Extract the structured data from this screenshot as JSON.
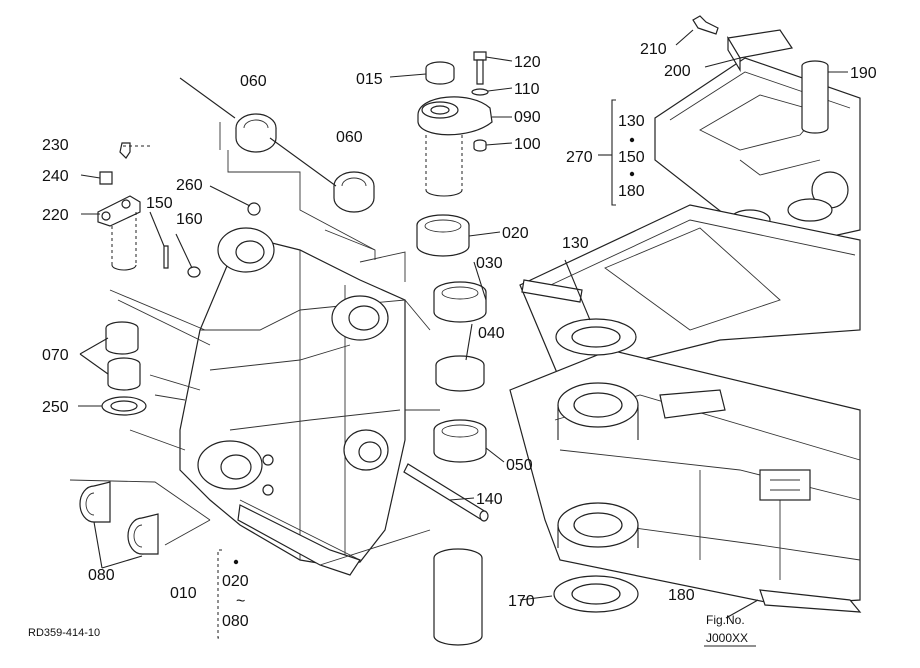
{
  "diagram": {
    "labels": {
      "p010": "010",
      "p015": "015",
      "p020": "020",
      "p030": "030",
      "p040": "040",
      "p050": "050",
      "p060a": "060",
      "p060b": "060",
      "p070": "070",
      "p080": "080",
      "p090": "090",
      "p100": "100",
      "p110": "110",
      "p120": "120",
      "p130": "130",
      "p140": "140",
      "p150": "150",
      "p160": "160",
      "p170": "170",
      "p180": "180",
      "p190": "190",
      "p200": "200",
      "p210": "210",
      "p220": "220",
      "p230": "230",
      "p240": "240",
      "p250": "250",
      "p260": "260",
      "p270": "270"
    },
    "group270": {
      "first": "130",
      "second": "150",
      "third": "180"
    },
    "group020": {
      "first": "020",
      "range": "~",
      "last": "080"
    },
    "figure_ref": {
      "line1": "Fig.No.",
      "line2": "J000XX"
    },
    "drawing_code": "RD359-414-10"
  }
}
